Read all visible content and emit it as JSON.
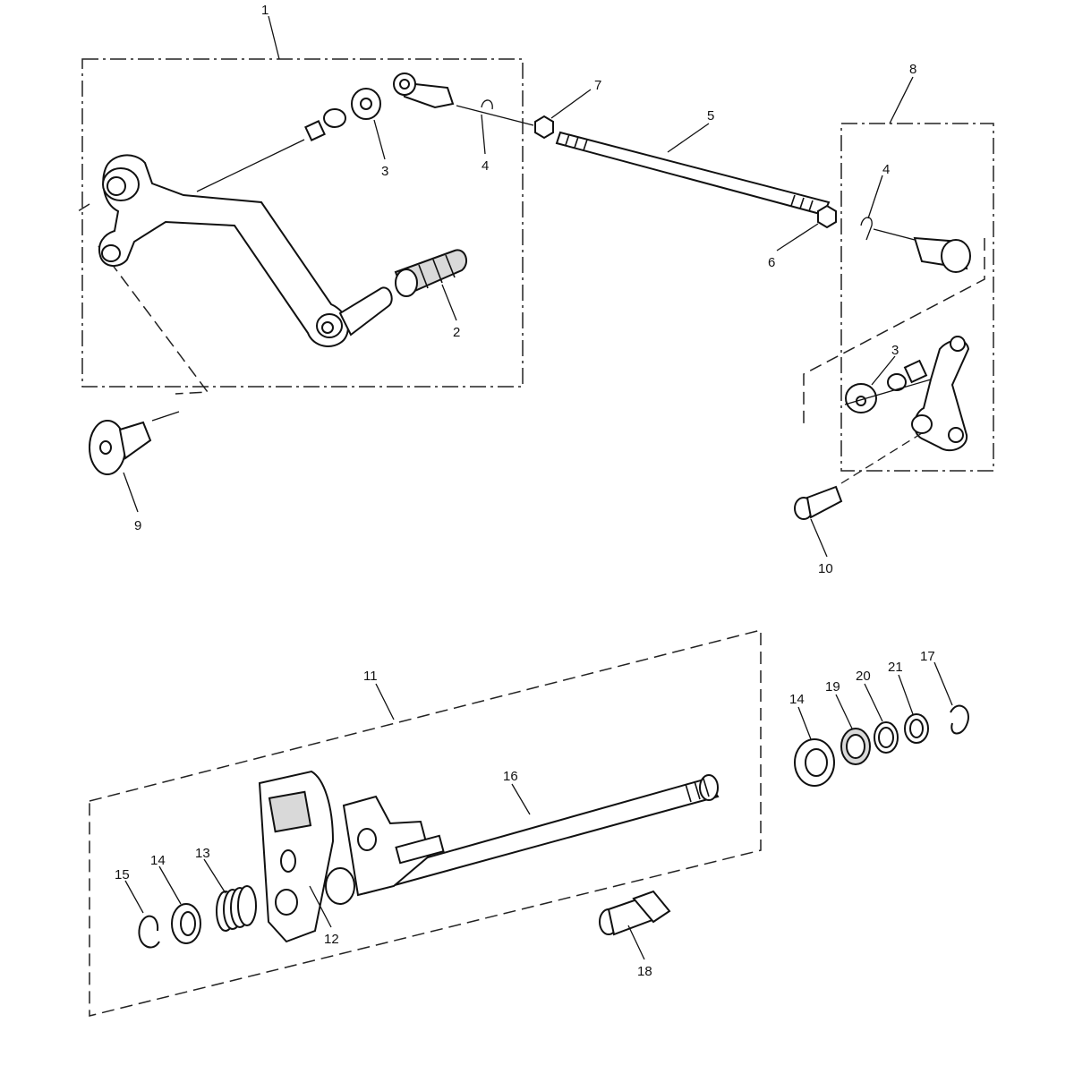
{
  "callouts": [
    {
      "id": "c1",
      "text": "1"
    },
    {
      "id": "c2",
      "text": "2"
    },
    {
      "id": "c3a",
      "text": "3"
    },
    {
      "id": "c3b",
      "text": "3"
    },
    {
      "id": "c4a",
      "text": "4"
    },
    {
      "id": "c4b",
      "text": "4"
    },
    {
      "id": "c5",
      "text": "5"
    },
    {
      "id": "c6",
      "text": "6"
    },
    {
      "id": "c7",
      "text": "7"
    },
    {
      "id": "c8",
      "text": "8"
    },
    {
      "id": "c9",
      "text": "9"
    },
    {
      "id": "c10",
      "text": "10"
    },
    {
      "id": "c11",
      "text": "11"
    },
    {
      "id": "c12",
      "text": "12"
    },
    {
      "id": "c13",
      "text": "13"
    },
    {
      "id": "c14a",
      "text": "14"
    },
    {
      "id": "c14b",
      "text": "14"
    },
    {
      "id": "c15",
      "text": "15"
    },
    {
      "id": "c16",
      "text": "16"
    },
    {
      "id": "c17",
      "text": "17"
    },
    {
      "id": "c18",
      "text": "18"
    },
    {
      "id": "c19",
      "text": "19"
    },
    {
      "id": "c20",
      "text": "20"
    },
    {
      "id": "c21",
      "text": "21"
    }
  ]
}
